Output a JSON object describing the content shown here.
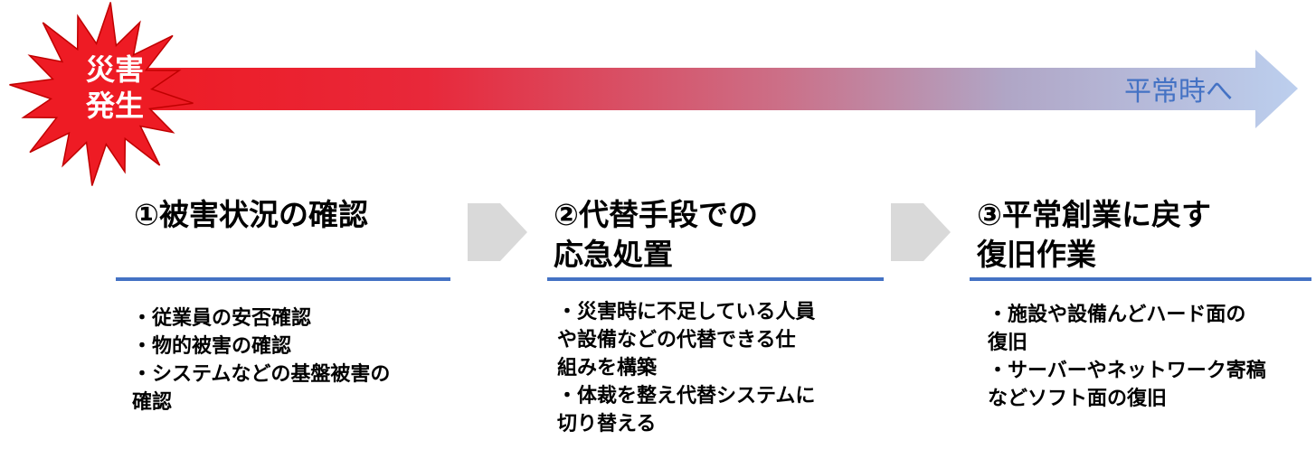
{
  "banner": {
    "burst_line1": "災害",
    "burst_line2": "発生",
    "arrow_label": "平常時へ",
    "colors": {
      "start": "#ee1b24",
      "end": "#bccfee",
      "label": "#4472c4",
      "burst": "#ee1b24"
    }
  },
  "steps": [
    {
      "title_lines": [
        "①被害状況の確認"
      ],
      "bullets": [
        "・従業員の安否確認",
        "・物的被害の確認",
        "・システムなどの基盤被害の",
        "確認"
      ]
    },
    {
      "title_lines": [
        "②代替手段での",
        "応急処置"
      ],
      "bullets": [
        "・災害時に不足している人員",
        "や設備などの代替できる仕",
        "組みを構築",
        "・体裁を整え代替システムに",
        "切り替える"
      ]
    },
    {
      "title_lines": [
        "③平常創業に戻す",
        "復旧作業"
      ],
      "bullets": [
        "・施設や設備んどハード面の",
        "復旧",
        "・サーバーやネットワーク寄稿",
        "などソフト面の復旧"
      ]
    }
  ],
  "connectors": [
    "chevron-icon",
    "chevron-icon"
  ],
  "colors": {
    "rule": "#4472c4",
    "chevron": "#d9d9d9"
  }
}
